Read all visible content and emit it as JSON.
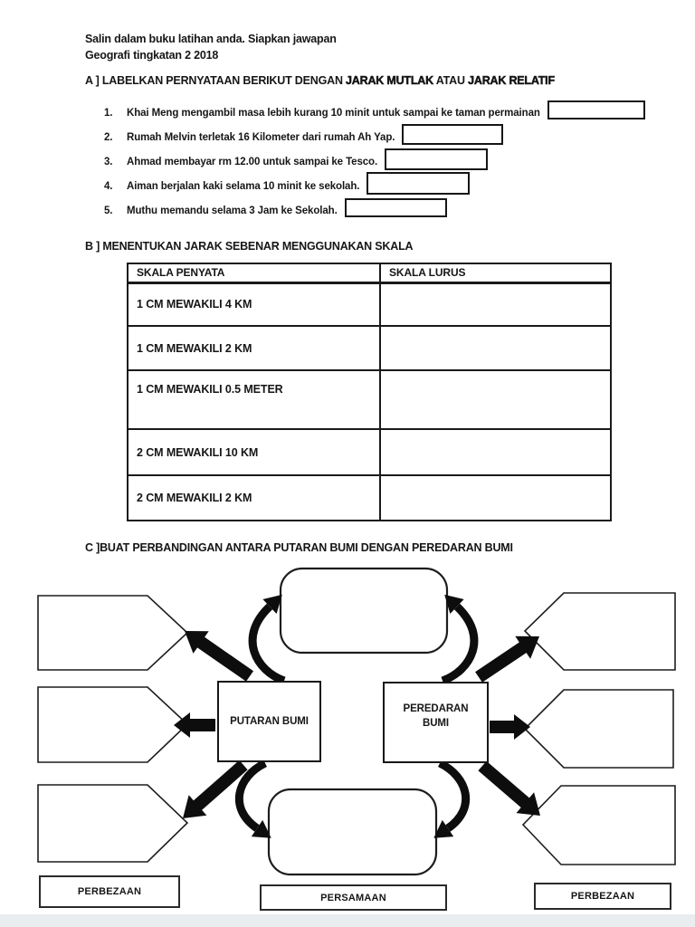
{
  "colors": {
    "ink": "#161616",
    "page_edge": "#e9edf0"
  },
  "header": {
    "line1": "Salin dalam buku latihan anda. Siapkan jawapan",
    "line2": "Geografi tingkatan 2 2018"
  },
  "section_a": {
    "heading": {
      "p1": "A ] LABELKAN PERNYATAAN BERIKUT DENGAN ",
      "p2": "JARAK MUTLAK",
      "p3": " ATAU ",
      "p4": "JARAK RELATIF"
    },
    "items": [
      {
        "num": "1.",
        "text": "Khai Meng mengambil masa lebih kurang 10 minit untuk sampai ke taman permainan"
      },
      {
        "num": "2.",
        "text": "Rumah Melvin terletak 16 Kilometer dari rumah Ah Yap."
      },
      {
        "num": "3.",
        "text": "Ahmad membayar rm 12.00 untuk sampai ke Tesco."
      },
      {
        "num": "4.",
        "text": "Aiman berjalan kaki selama 10 minit ke sekolah."
      },
      {
        "num": "5.",
        "text": "Muthu memandu selama 3 Jam ke Sekolah."
      }
    ]
  },
  "section_b": {
    "heading": "B ] MENENTUKAN JARAK SEBENAR MENGGUNAKAN SKALA",
    "table": {
      "headers": [
        "SKALA PENYATA",
        "SKALA LURUS"
      ],
      "rows": [
        "1 CM MEWAKILI 4 KM",
        "1 CM MEWAKILI 2 KM",
        "1 CM MEWAKILI 0.5 METER",
        "2 CM MEWAKILI 10 KM",
        "2 CM MEWAKILI 2 KM"
      ]
    }
  },
  "section_c": {
    "heading": "C ]BUAT PERBANDINGAN ANTARA PUTARAN BUMI DENGAN PEREDARAN BUMI",
    "center_left": "PUTARAN BUMI",
    "center_right": "PEREDARAN BUMI",
    "label_left": "PERBEZAAN",
    "label_center": "PERSAMAAN",
    "label_right": "PERBEZAAN"
  }
}
